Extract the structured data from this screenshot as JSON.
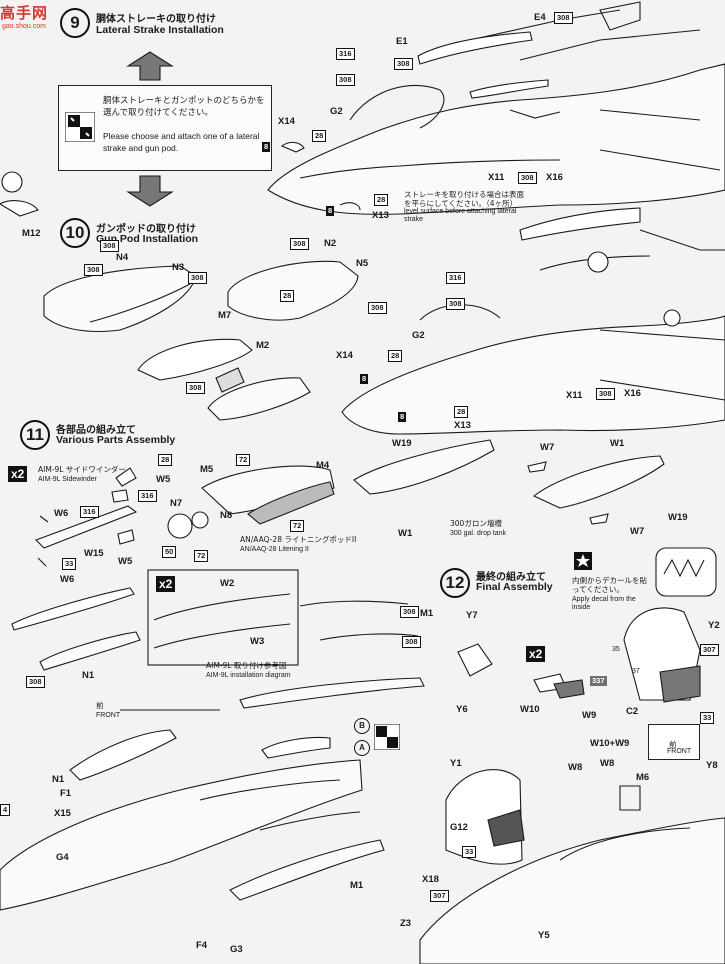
{
  "watermark": {
    "chars": "高手网",
    "url": "gao.shou.com"
  },
  "step9": {
    "num": "9",
    "title_jp": "胴体ストレーキの取り付け",
    "title_en": "Lateral Strake Installation"
  },
  "note": {
    "jp": "胴体ストレーキとガンポットのどちらかを選んで取り付けてください。",
    "en": "Please choose and attach one of a lateral strake and gun pod."
  },
  "step10": {
    "num": "10",
    "title_jp": "ガンポッドの取り付け",
    "title_en": "Gun Pod Installation"
  },
  "step11": {
    "num": "11",
    "title_jp": "各部品の組み立て",
    "title_en": "Various Parts Assembly"
  },
  "step12": {
    "num": "12",
    "title_jp": "最終の組み立て",
    "title_en": "Final Assembly"
  },
  "strake_note": {
    "jp": "ストレーキを取り付ける場合は表面を平らにしてください。（4ヶ所）",
    "en": "level surface before attaching lateral strake"
  },
  "sidewinder": {
    "jp": "AIM-9L サイドワインダー",
    "en": "AIM-9L Sidewinder"
  },
  "litening": {
    "jp": "AN/AAQ-28 ライトニングポッドII",
    "en": "AN/AAQ-28 Litening II"
  },
  "tank": {
    "jp": "300ガロン増槽",
    "en": "300 gal. drop tank"
  },
  "aim_diagram": {
    "jp": "AIM-9L 取り付け参考図",
    "en": "AIM-9L installation diagram"
  },
  "decal": {
    "jp": "内側からデカールを貼ってください。",
    "en": "Apply decal from the inside"
  },
  "front": {
    "jp": "前",
    "en": "FRONT"
  },
  "multipliers": {
    "a": "x2",
    "b": "x2",
    "c": "x2"
  },
  "arrows": {
    "a": "A",
    "b": "B"
  },
  "part_labels": {
    "E1": "E1",
    "E4": "E4",
    "G2": "G2",
    "X14": "X14",
    "X13": "X13",
    "X11": "X11",
    "X16": "X16",
    "M12": "M12",
    "N4": "N4",
    "N3": "N3",
    "N2": "N2",
    "N5": "N5",
    "M7": "M7",
    "M2": "M2",
    "G2b": "G2",
    "X14b": "X14",
    "X13b": "X13",
    "X11b": "X11",
    "X16b": "X16",
    "W5": "W5",
    "W5b": "W5",
    "W6": "W6",
    "W6b": "W6",
    "W15": "W15",
    "M5": "M5",
    "M4": "M4",
    "N7": "N7",
    "N8": "N8",
    "W19": "W19",
    "W7": "W7",
    "W1": "W1",
    "W1b": "W1",
    "W7b": "W7",
    "W19b": "W19",
    "N1": "N1",
    "W2": "W2",
    "W3": "W3",
    "M1": "M1",
    "N1b": "N1",
    "F1": "F1",
    "X15": "X15",
    "G4": "G4",
    "F4": "F4",
    "G3": "G3",
    "M1b": "M1",
    "Y7": "Y7",
    "Y6": "Y6",
    "W10": "W10",
    "W9": "W9",
    "C2": "C2",
    "Y2": "Y2",
    "Y1": "Y1",
    "G12": "G12",
    "W8": "W8",
    "W8b": "W8",
    "W10W9": "W10+W9",
    "M6": "M6",
    "Y8": "Y8",
    "X18": "X18",
    "Z3": "Z3",
    "Y5": "Y5"
  },
  "paint_codes": {
    "c316": "316",
    "c308": "308",
    "c28": "28",
    "c8": "8",
    "c72": "72",
    "c50": "50",
    "c33": "33",
    "c337": "337",
    "c307": "307",
    "c35": "35",
    "c37": "37",
    "c4": "4"
  },
  "colors": {
    "watermark": "#d3392b",
    "paper": "#f3f3f1",
    "ink": "#1a1a1a",
    "clear": "#6f6f6f"
  }
}
